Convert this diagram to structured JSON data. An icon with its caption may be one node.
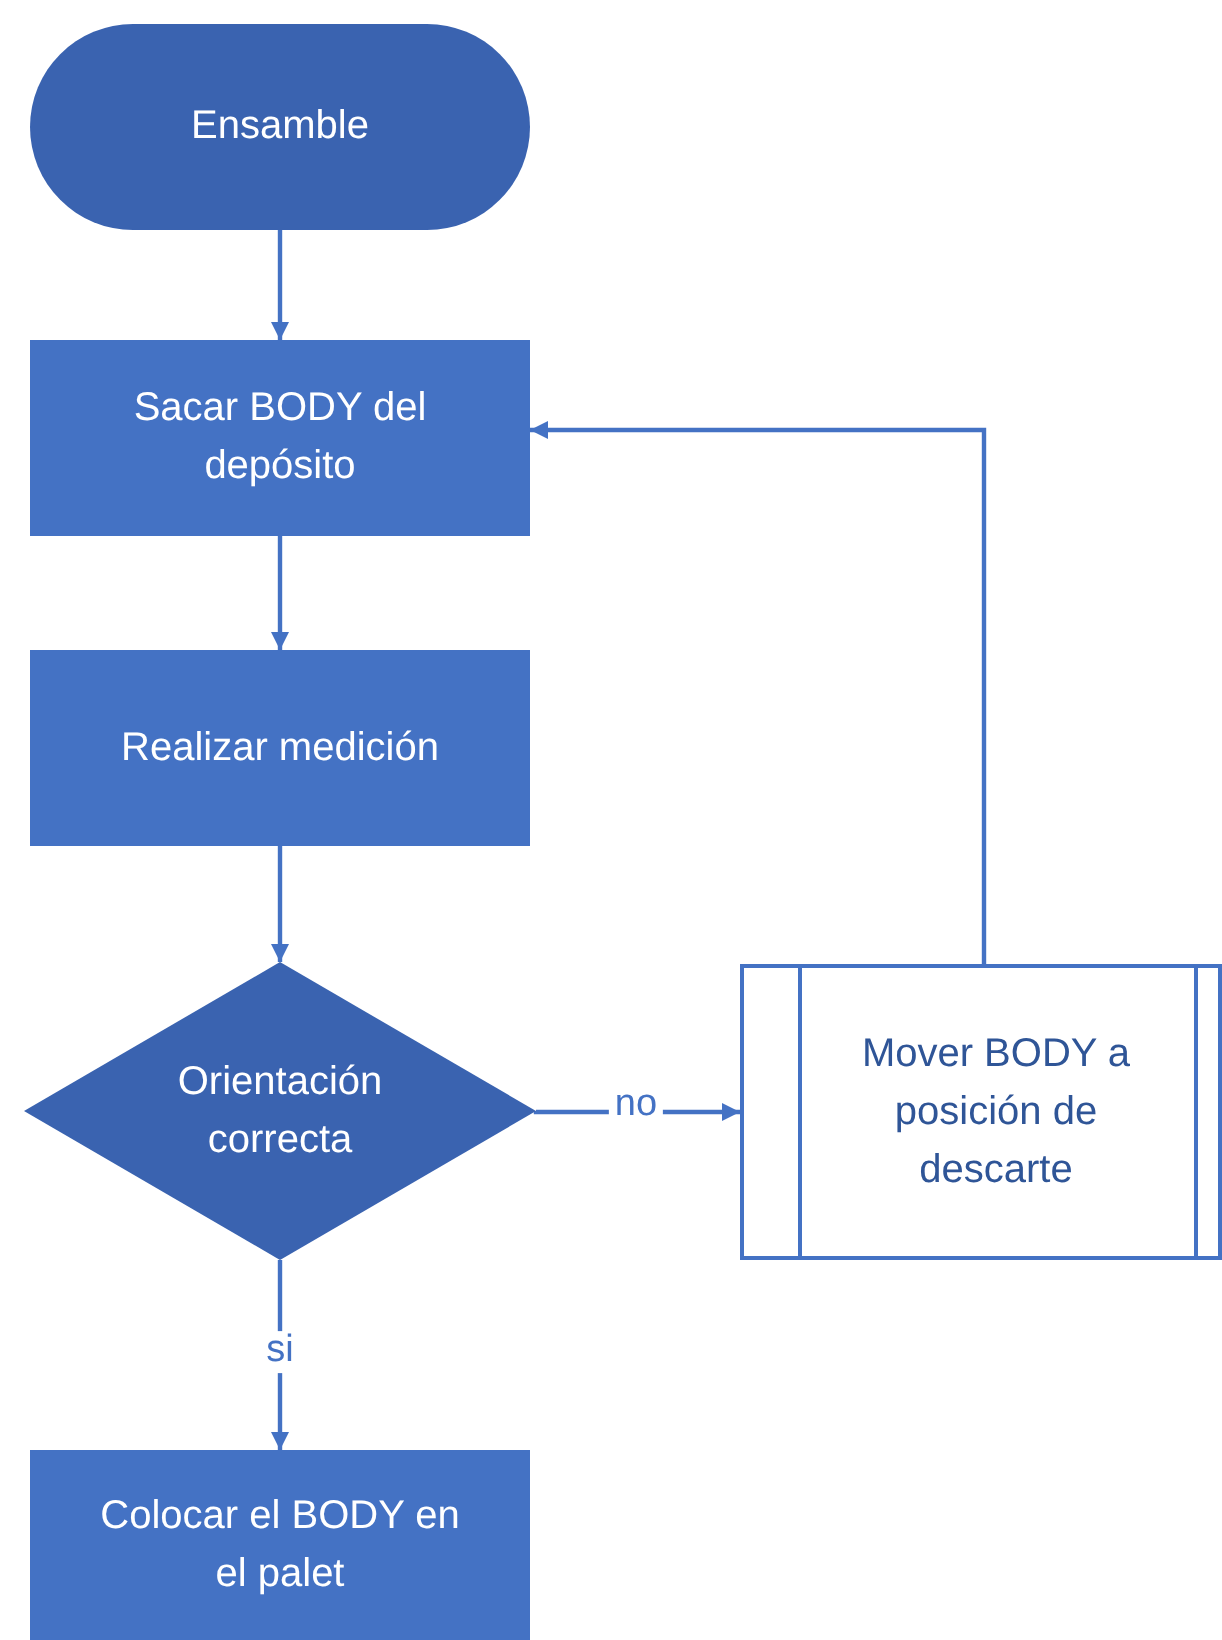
{
  "diagram": {
    "nodes": [
      {
        "text": [
          "Ensamble"
        ]
      },
      {
        "text": [
          "Sacar BODY del depósito"
        ]
      },
      {
        "text": [
          "Realizar medición"
        ]
      },
      {
        "text": [
          "Orientación correcta"
        ]
      },
      {
        "text": [
          "Mover BODY a posición de descarte"
        ]
      },
      {
        "text": [
          "Colocar el BODY en el palet"
        ]
      }
    ],
    "edges": [
      {
        "from": 0,
        "to": 1,
        "arrow": "to"
      },
      {
        "from": 1,
        "to": 2,
        "arrow": "to"
      },
      {
        "from": 2,
        "to": 3,
        "arrow": "to"
      },
      {
        "from": 3,
        "to": 4,
        "arrow": "to",
        "label": "no"
      },
      {
        "from": 4,
        "to": 1,
        "arrow": "to"
      },
      {
        "from": 3,
        "to": 5,
        "arrow": "to",
        "label": "si"
      }
    ]
  }
}
